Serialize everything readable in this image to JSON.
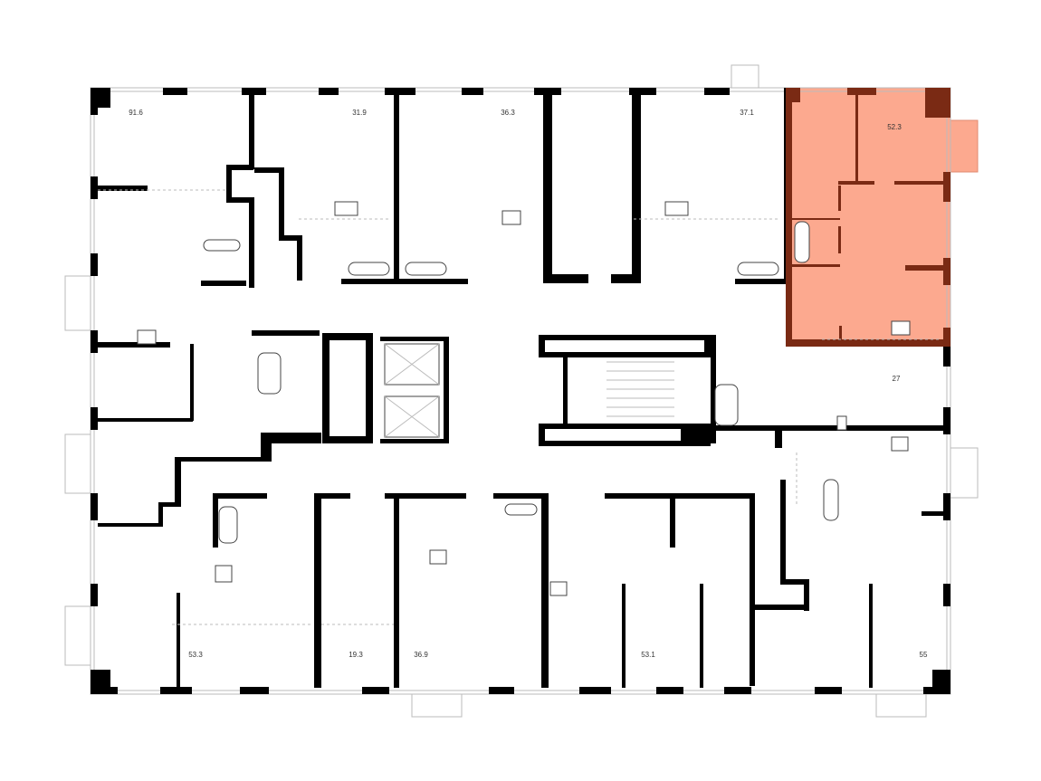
{
  "floorplan": {
    "selected_apartment": "52.3",
    "colors": {
      "selected_fill": "#fca98f",
      "selected_wall": "#7a2a14",
      "wall": "#000000"
    },
    "apartments": [
      {
        "id": "a1",
        "area": "91.6"
      },
      {
        "id": "a2",
        "area": "31.9"
      },
      {
        "id": "a3",
        "area": "36.3"
      },
      {
        "id": "a4",
        "area": "37.1"
      },
      {
        "id": "a5",
        "area": "52.3"
      },
      {
        "id": "a6",
        "area": "27"
      },
      {
        "id": "a7",
        "area": "53.3"
      },
      {
        "id": "a8",
        "area": "19.3"
      },
      {
        "id": "a9",
        "area": "36.9"
      },
      {
        "id": "a10",
        "area": "53.1"
      },
      {
        "id": "a11",
        "area": "55"
      }
    ]
  }
}
